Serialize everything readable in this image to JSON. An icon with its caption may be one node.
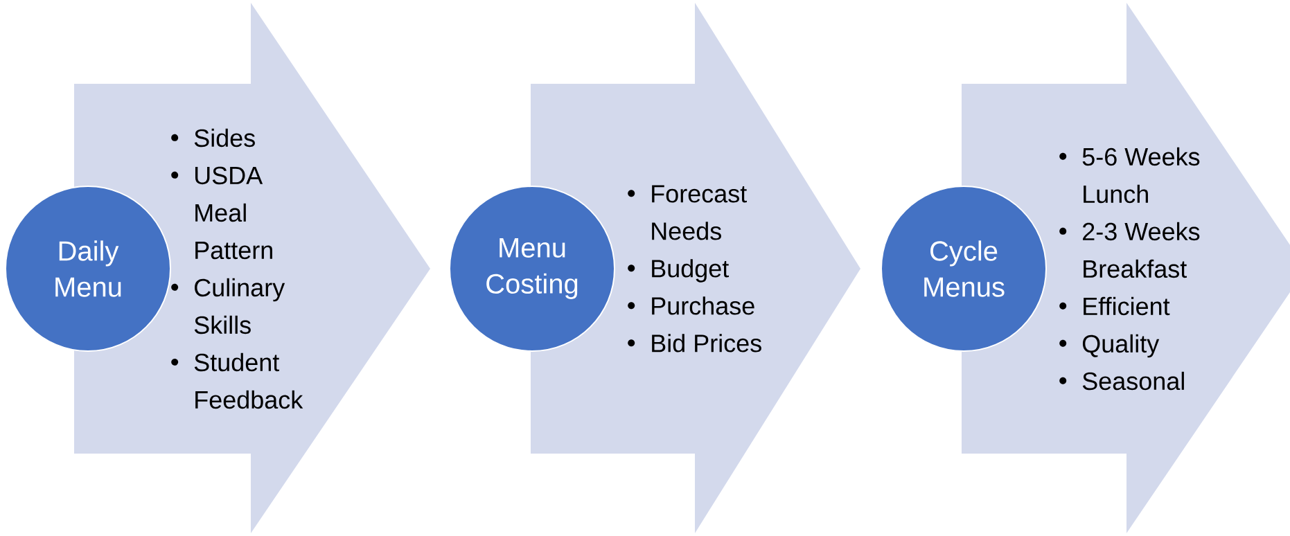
{
  "diagram": {
    "nodes": [
      {
        "text": [
          "Daily Menu"
        ]
      },
      {
        "text": [
          "Sides",
          "USDA Meal Pattern",
          "Culinary Skills",
          "Student Feedback"
        ]
      },
      {
        "text": [
          "Menu Costing"
        ]
      },
      {
        "text": [
          "Forecast Needs",
          "Budget",
          "Purchase",
          "Bid Prices"
        ]
      },
      {
        "text": [
          "Cycle Menus"
        ]
      },
      {
        "text": [
          "5-6 Weeks Lunch",
          "2-3 Weeks Breakfast",
          "Efficient",
          "Quality",
          "Seasonal"
        ]
      }
    ]
  }
}
